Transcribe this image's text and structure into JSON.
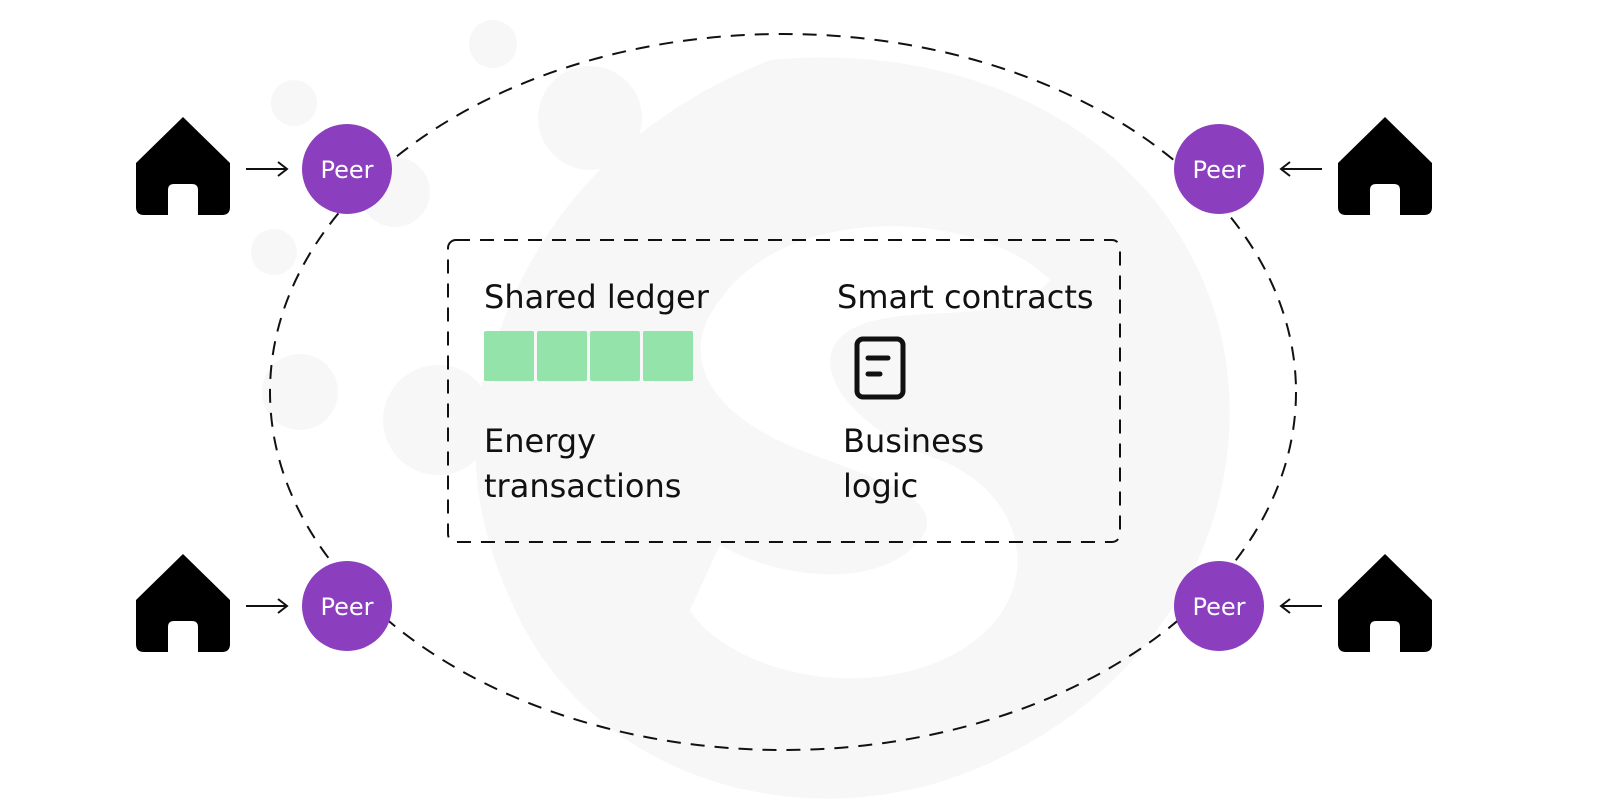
{
  "peers": [
    {
      "label": "Peer"
    },
    {
      "label": "Peer"
    },
    {
      "label": "Peer"
    },
    {
      "label": "Peer"
    }
  ],
  "network": {
    "ledger": {
      "title": "Shared ledger",
      "caption_line1": "Energy",
      "caption_line2": "transactions",
      "blocks": 4
    },
    "contracts": {
      "title": "Smart contracts",
      "caption_line1": "Business",
      "caption_line2": "logic",
      "icon": "document-icon"
    }
  },
  "icons": {
    "house": "house-icon",
    "arrow": "arrow-icon"
  },
  "colors": {
    "peer": "#8b3fbf",
    "ledger_block": "#93e3ab",
    "watermark": "#f7f7f7",
    "ink": "#111111"
  }
}
